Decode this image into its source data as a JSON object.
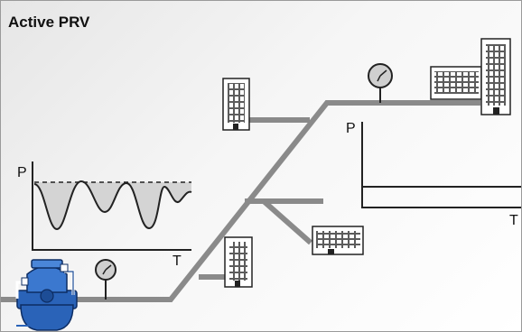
{
  "title": "Active PRV",
  "graph_left": {
    "y_label": "P",
    "x_label": "T"
  },
  "graph_right": {
    "y_label": "P",
    "x_label": "T"
  },
  "colors": {
    "pipe": "#8a8a8a",
    "valve": "#2a63b8",
    "flow_arrow": "#2a63b8",
    "fill": "#d4d4d4"
  },
  "icons": [
    "pressure-gauge-icon",
    "building-icon",
    "control-valve-icon",
    "flow-arrow-icon"
  ]
}
